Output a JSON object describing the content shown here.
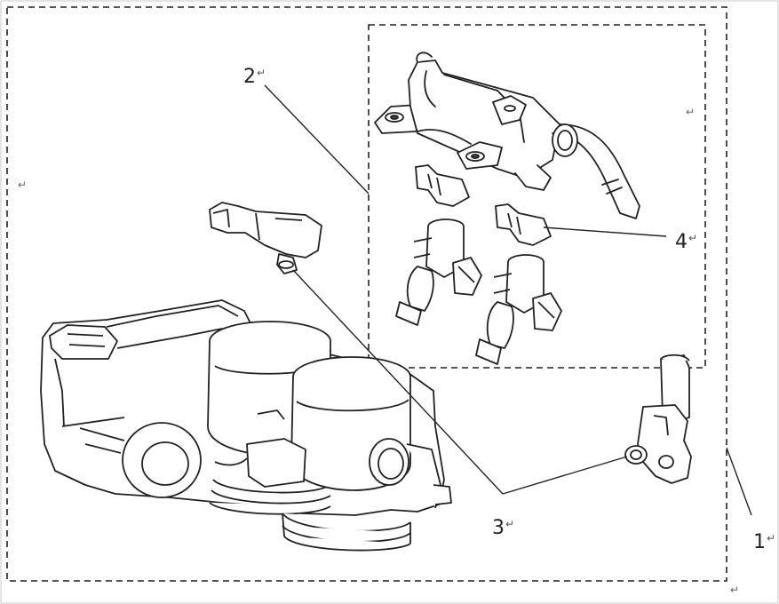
{
  "callouts": [
    {
      "number": "1",
      "mark": "↵"
    },
    {
      "number": "2",
      "mark": "↵"
    },
    {
      "number": "3",
      "mark": "↵"
    },
    {
      "number": "4",
      "mark": "↵"
    }
  ],
  "paragraph_marks": [
    "↵",
    "↵",
    "↵"
  ],
  "colors": {
    "line": "#222222",
    "background": "#ffffff",
    "frame": "#c8c8c8"
  }
}
